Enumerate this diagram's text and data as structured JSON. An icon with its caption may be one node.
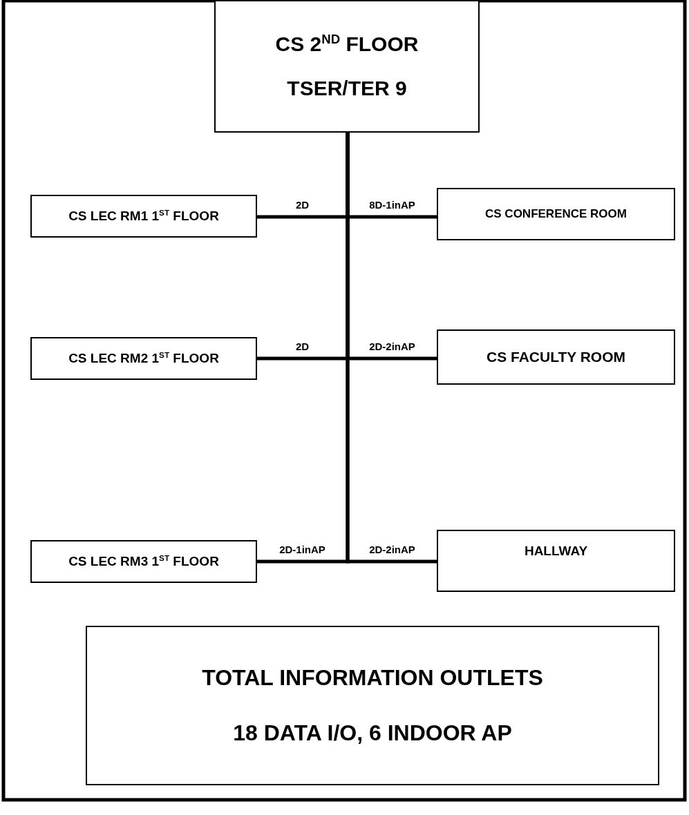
{
  "diagram": {
    "nodes": [
      {
        "text": [
          "CS 2$^{ND}$ FLOOR",
          "TSER/TER 9"
        ]
      },
      {
        "text": [
          "CS LEC RM1 1$^{ST}$ FLOOR"
        ]
      },
      {
        "text": [
          "CS CONFERENCE ROOM"
        ]
      },
      {
        "text": [
          "CS LEC RM2 1$^{ST}$ FLOOR"
        ]
      },
      {
        "text": [
          "CS FACULTY ROOM"
        ]
      },
      {
        "text": [
          "CS LEC RM3 1$^{ST}$ FLOOR"
        ]
      },
      {
        "text": [
          "HALLWAY"
        ]
      },
      {
        "text": [
          "TOTAL INFORMATION OUTLETS",
          "18 DATA I/O, 6 INDOOR AP"
        ]
      }
    ],
    "edges": [
      {
        "from": 0,
        "to": 1,
        "arrow": "none",
        "label": "2D"
      },
      {
        "from": 0,
        "to": 2,
        "arrow": "none",
        "label": "8D-1inAP"
      },
      {
        "from": 0,
        "to": 3,
        "arrow": "none",
        "label": "2D"
      },
      {
        "from": 0,
        "to": 4,
        "arrow": "none",
        "label": "2D-2inAP"
      },
      {
        "from": 0,
        "to": 5,
        "arrow": "none",
        "label": "2D-1inAP"
      },
      {
        "from": 0,
        "to": 6,
        "arrow": "none",
        "label": "2D-2inAP"
      }
    ]
  }
}
